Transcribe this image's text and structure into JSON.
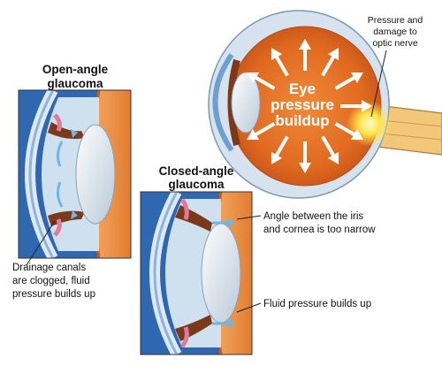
{
  "open_angle": {
    "title_line1": "Open-angle",
    "title_line2": "glaucoma",
    "caption_line1": "Drainage canals",
    "caption_line2": "are clogged, fluid",
    "caption_line3": "pressure builds up"
  },
  "closed_angle": {
    "title_line1": "Closed-angle",
    "title_line2": "glaucoma",
    "callout_angle_line1": "Angle between the iris",
    "callout_angle_line2": "and cornea is too narrow",
    "callout_fluid": "Fluid pressure builds up"
  },
  "eye": {
    "center_line1": "Eye",
    "center_line2": "pressure",
    "center_line3": "buildup",
    "nerve_callout_line1": "Pressure and",
    "nerve_callout_line2": "damage to",
    "nerve_callout_line3": "optic nerve"
  },
  "colors": {
    "retina_orange": "#e06a1f",
    "sclera_blue": "#d6e3ef",
    "cornea_blue": "#6f9fd1",
    "skin_orange": "#e98a3a",
    "iris_brown": "#7a3a1a",
    "glow_yellow": "#ffe44a"
  }
}
